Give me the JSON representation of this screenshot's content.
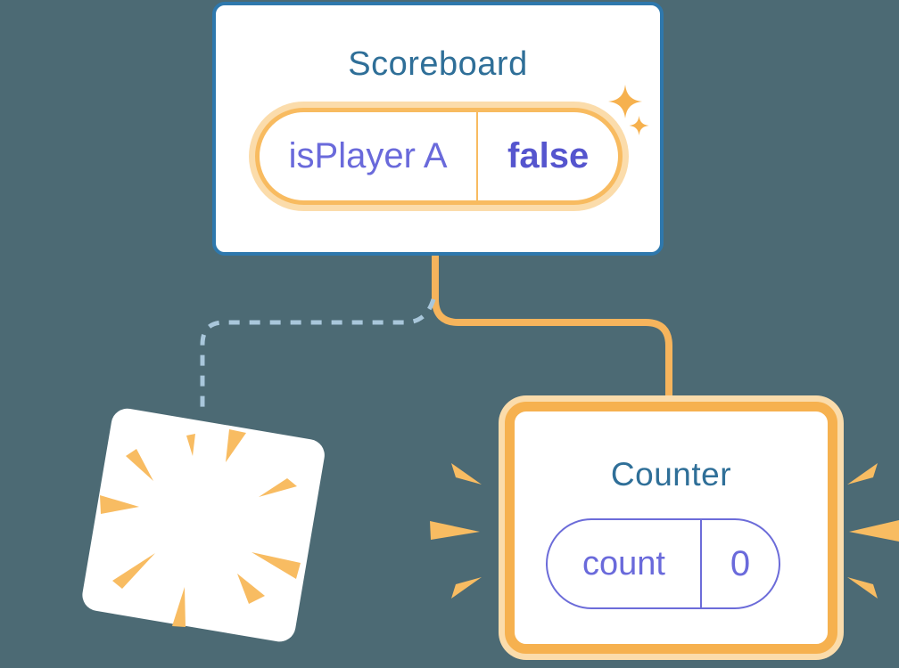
{
  "scene": {
    "description": "React component tree diagram: Scoreboard parent with state, dashed link to destroyed Counter (poof) and solid link to newly created Counter",
    "background_color": "#4C6A74"
  },
  "scoreboard_card": {
    "title": "Scoreboard",
    "state_key": "isPlayer A",
    "state_value": "false"
  },
  "counter_card": {
    "title": "Counter",
    "state_key": "count",
    "state_value": "0"
  },
  "destroyed_card": {
    "meaning": "previous Counter instance destroyed (poof burst)"
  },
  "colors": {
    "background": "#4C6A74",
    "card_border_blue": "#2E78AD",
    "title_teal": "#2F6F98",
    "highlight_orange": "#F8BB60",
    "counter_border_orange": "#F6B14F",
    "highlight_glow": "#FBDCAB",
    "connector_orange": "#F6B45C",
    "dashed_line_blue": "#A9C7DB",
    "state_indigo": "#6A6ADB",
    "state_value_indigo": "#5555CE",
    "count_pill_border": "#6C6CD9",
    "burst_orange": "#F8BC62",
    "sparkle_orange": "#F6B14E",
    "card_white": "#FFFFFF"
  }
}
